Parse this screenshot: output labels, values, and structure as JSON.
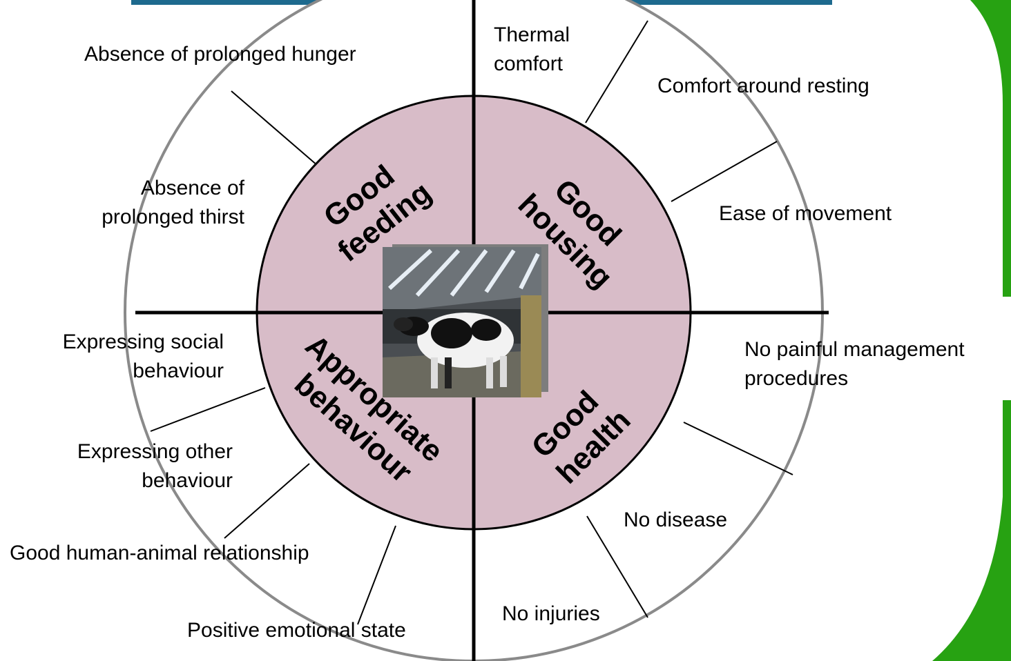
{
  "colors": {
    "title_bar": "#1e6a8e",
    "green_panel": "#27a212",
    "inner_disc": "#d8bcc8",
    "outer_ring": "#8a8a8a",
    "axis_lines": "#000000"
  },
  "principles": {
    "feeding": "Good\nfeeding",
    "housing": "Good\nhousing",
    "health": "Good\nhealth",
    "behaviour": "Appropriate\nbehaviour"
  },
  "criteria": {
    "hunger": "Absence of prolonged hunger",
    "thirst": "Absence of\nprolonged thirst",
    "thermal": "Thermal\ncomfort",
    "resting": "Comfort around resting",
    "movement": "Ease of movement",
    "painful": "No painful management\nprocedures",
    "disease": "No disease",
    "injuries": "No injuries",
    "social": "Expressing social\nbehaviour",
    "other": "Expressing other\nbehaviour",
    "human_animal": "Good human-animal relationship",
    "emotional": "Positive emotional state"
  },
  "image": {
    "icon": "cow-photo-icon"
  }
}
